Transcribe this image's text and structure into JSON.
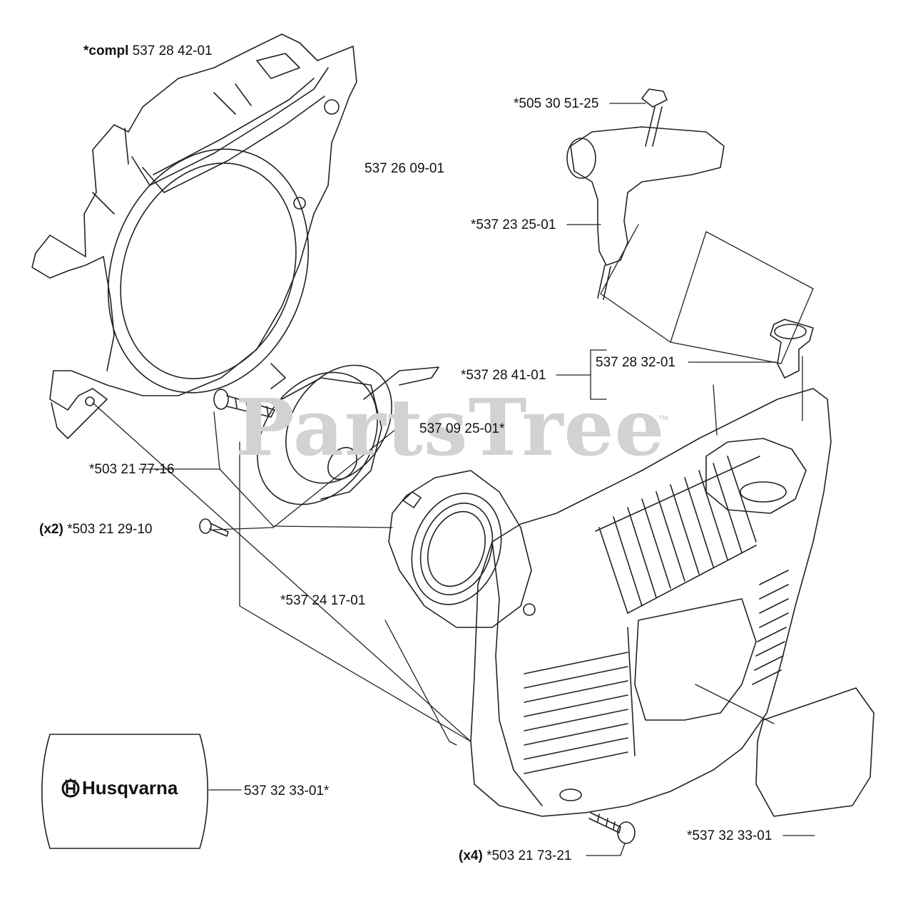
{
  "diagram": {
    "watermark": "PartsTree",
    "watermark_trademark": "™",
    "brand_logo": "Husqvarna",
    "line_color": "#222222",
    "watermark_color": "#d2d2d2",
    "labels": {
      "p_compl_prefix": "*compl",
      "p_compl_number": "537 28 42-01",
      "p_housing": "537 26 09-01",
      "p_nut": "*505 30 51-25",
      "p_handle": "*537 23 25-01",
      "p_cover_assy": "*537 28 41-01",
      "p_bushing": "537 28 32-01",
      "p_pulley": "537 09 25-01*",
      "p_screw_pulley": "*503 21 77-16",
      "p_screw_x2_qty": "(x2)",
      "p_screw_x2": "*503 21 29-10",
      "p_spring": "*537 24 17-01",
      "p_decal_logo": "537 32 33-01*",
      "p_decal": "*537 32 33-01",
      "p_screw_x4_qty": "(x4)",
      "p_screw_x4": "*503 21 73-21"
    }
  }
}
